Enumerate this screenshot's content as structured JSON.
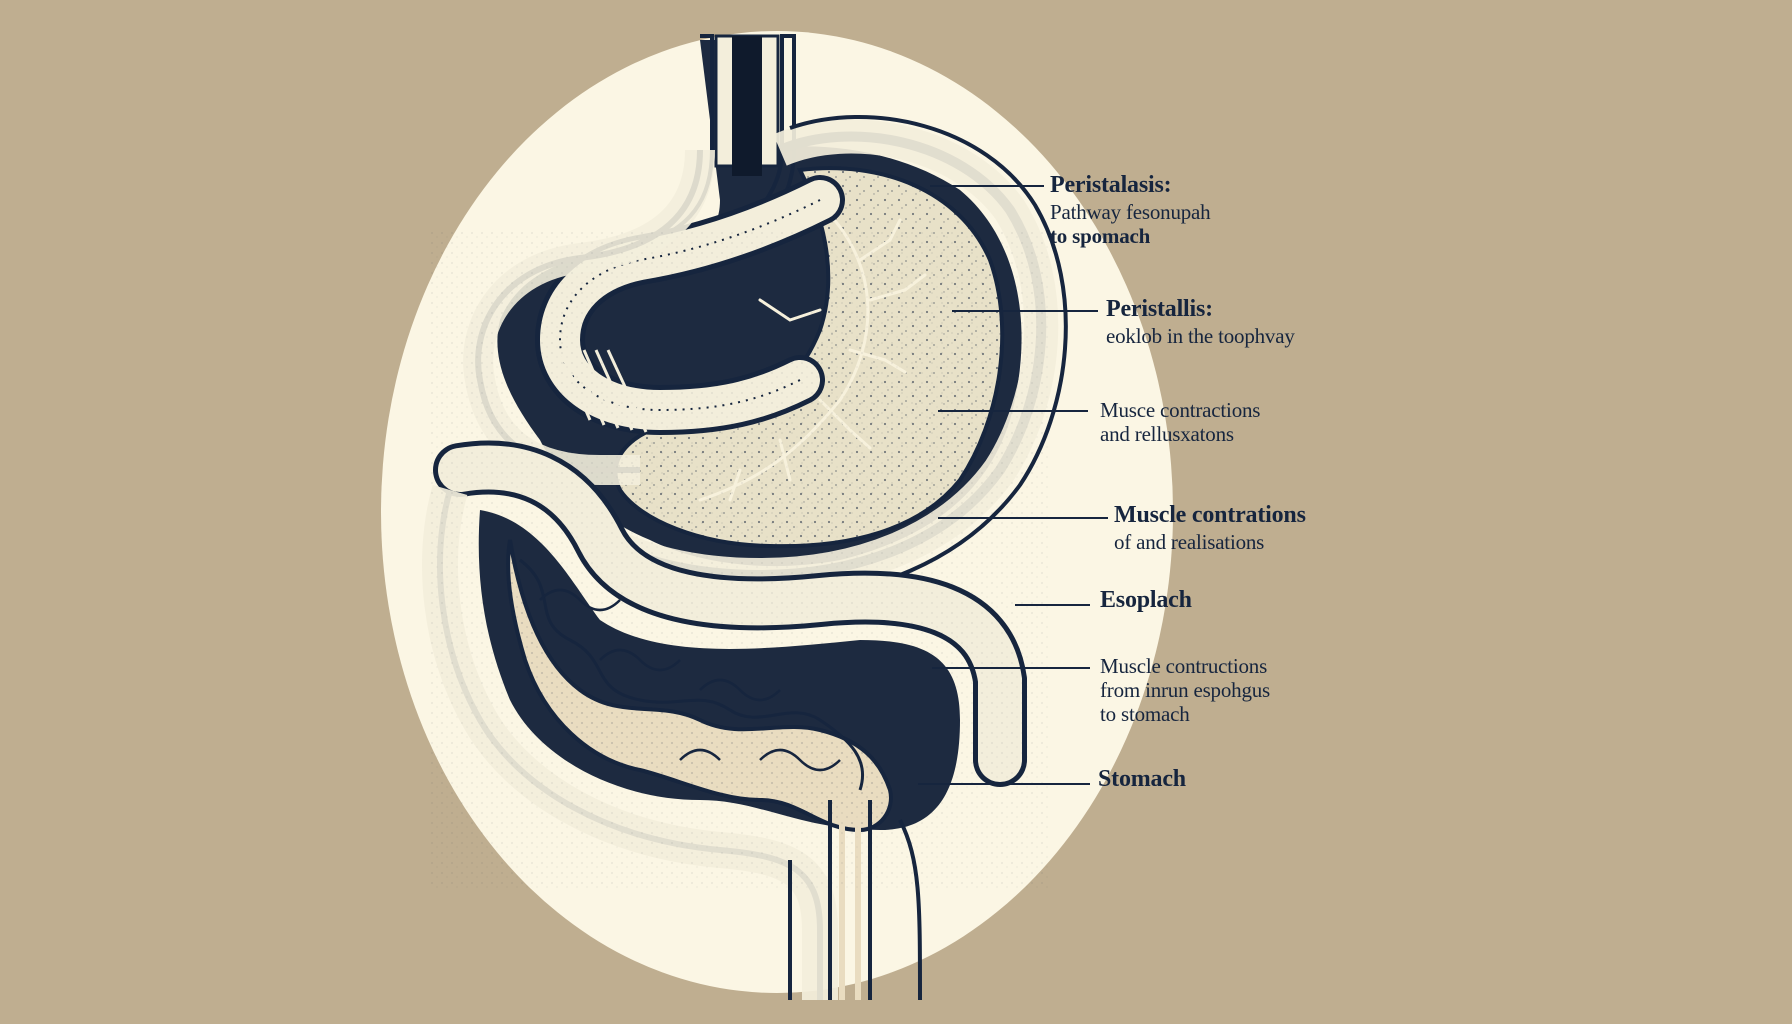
{
  "background_color": "#bfae90",
  "circle_color": "#fbf6e4",
  "ink_color": "#16253e",
  "tissue_color": "#f3eedb",
  "intestine_color": "#e9dcc0",
  "labels": [
    {
      "title": "Peristalasis:",
      "lines": [
        "Pathway fesonupah",
        "to spomach"
      ]
    },
    {
      "title": "Peristallis:",
      "lines": [
        "eoklob in the toophvay"
      ]
    },
    {
      "title": "",
      "lines": [
        "Musce contractions",
        "and rellusxatons"
      ]
    },
    {
      "title": "Muscle contrations",
      "lines": [
        "of and realisations"
      ]
    },
    {
      "title": "Esoplach",
      "lines": []
    },
    {
      "title": "",
      "lines": [
        "Muscle contructions",
        "from inrun espohgus",
        "to stomach"
      ]
    },
    {
      "title": "Stomach",
      "lines": []
    }
  ]
}
